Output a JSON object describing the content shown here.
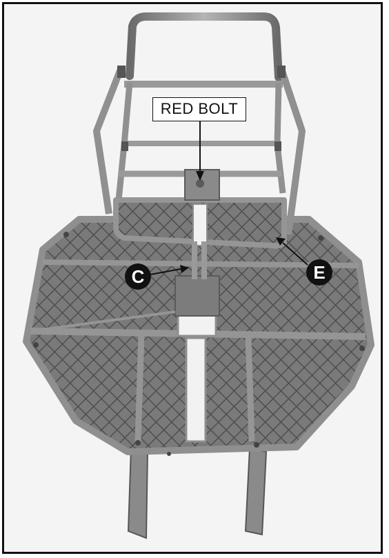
{
  "figure": {
    "callout_label": "RED BOLT",
    "marker_c": "C",
    "marker_e": "E"
  },
  "colors": {
    "frame_metal": "#8c8c8c",
    "frame_dark": "#5a5a5a",
    "mesh": "#6e6e6e",
    "background_photo": "#f2f2f2"
  }
}
